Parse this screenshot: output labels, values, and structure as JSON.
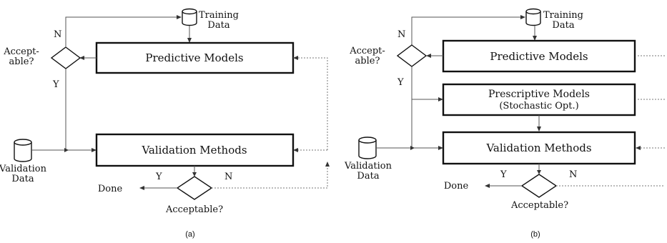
{
  "diagrams": [
    {
      "caption": "(a)",
      "training_data": [
        "Training",
        "Data"
      ],
      "validation_data": [
        "Validation",
        "Data"
      ],
      "predictive_models": "Predictive Models",
      "validation_methods": "Validation Methods",
      "acceptable_short": [
        "Accept-",
        "able?"
      ],
      "acceptable": "Acceptable?",
      "done": "Done",
      "no_label_top": "N",
      "yes_label_top": "Y",
      "yes_label_bottom": "Y",
      "no_label_bottom": "N"
    },
    {
      "caption": "(b)",
      "training_data": [
        "Training",
        "Data"
      ],
      "validation_data": [
        "Validation",
        "Data"
      ],
      "predictive_models": "Predictive Models",
      "prescriptive_models": [
        "Prescriptive Models",
        "(Stochastic Opt.)"
      ],
      "validation_methods": "Validation Methods",
      "acceptable_short": [
        "Accept-",
        "able?"
      ],
      "acceptable": "Acceptable?",
      "done": "Done",
      "no_label_top": "N",
      "yes_label_top": "Y",
      "yes_label_bottom": "Y",
      "no_label_bottom": "N"
    }
  ]
}
